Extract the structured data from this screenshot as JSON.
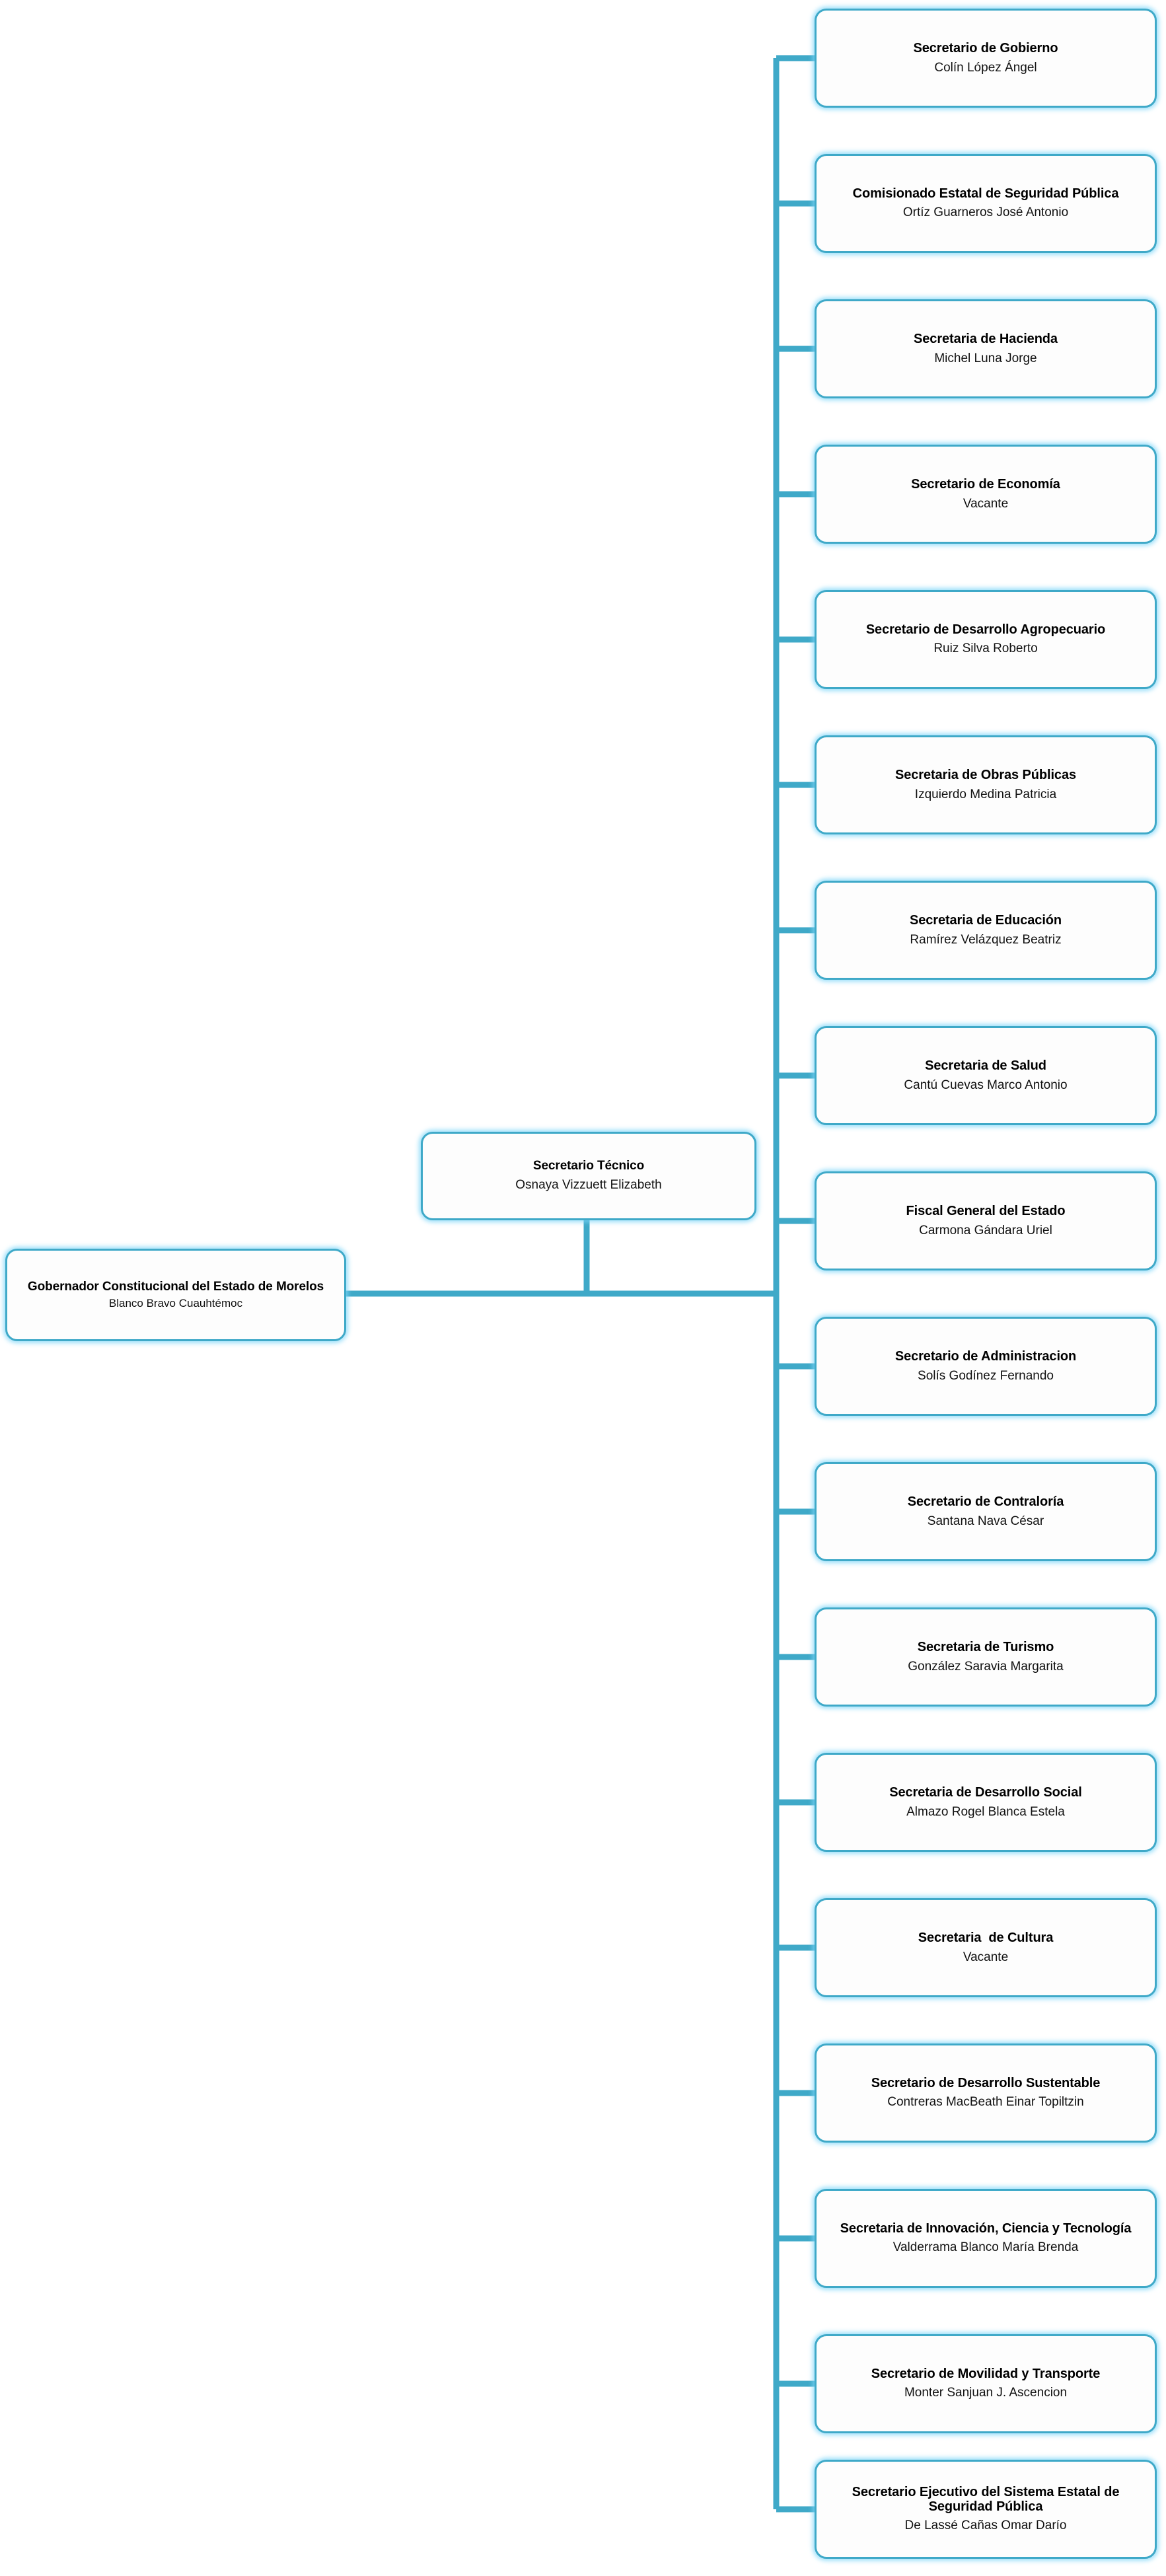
{
  "chart": {
    "type": "org-chart",
    "orientation": "left-to-right",
    "accent_color": "#3fa9c8",
    "glow_color": "#7dd6f8",
    "node_fill": "#fdfdfd",
    "background": "#ffffff",
    "root": {
      "title": "Gobernador Constitucional del Estado de Morelos",
      "person": "Blanco Bravo Cuauhtémoc"
    },
    "staff": {
      "title": "Secretario Técnico",
      "person": "Osnaya Vizzuett Elizabeth"
    },
    "children": [
      {
        "title": "Secretario de Gobierno",
        "person": "Colín López Ángel"
      },
      {
        "title": "Comisionado Estatal de Seguridad Pública",
        "person": "Ortíz Guarneros José Antonio"
      },
      {
        "title": "Secretaria de Hacienda",
        "person": "Michel Luna Jorge"
      },
      {
        "title": "Secretario de Economía",
        "person": "Vacante"
      },
      {
        "title": "Secretario de Desarrollo Agropecuario",
        "person": "Ruiz Silva Roberto"
      },
      {
        "title": "Secretaria de Obras Públicas",
        "person": "Izquierdo Medina Patricia"
      },
      {
        "title": "Secretaria de Educación",
        "person": "Ramírez Velázquez Beatriz"
      },
      {
        "title": "Secretaria de Salud",
        "person": "Cantú Cuevas Marco Antonio"
      },
      {
        "title": "Fiscal General del Estado",
        "person": "Carmona Gándara Uriel"
      },
      {
        "title": "Secretario de Administracion",
        "person": "Solís Godínez Fernando"
      },
      {
        "title": "Secretario de Contraloría",
        "person": "Santana Nava César"
      },
      {
        "title": "Secretaria de Turismo",
        "person": "González Saravia Margarita"
      },
      {
        "title": "Secretaria de Desarrollo Social",
        "person": "Almazo Rogel Blanca Estela"
      },
      {
        "title": "Secretaria  de Cultura",
        "person": "Vacante"
      },
      {
        "title": "Secretario de Desarrollo Sustentable",
        "person": "Contreras MacBeath Einar Topiltzin"
      },
      {
        "title": "Secretaria de Innovación, Ciencia y Tecnología",
        "person": "Valderrama Blanco María Brenda"
      },
      {
        "title": "Secretario de Movilidad y Transporte",
        "person": "Monter Sanjuan J. Ascencion"
      },
      {
        "title": "Secretario Ejecutivo del Sistema Estatal de Seguridad Pública",
        "person": "De Lassé Cañas Omar Darío"
      }
    ]
  }
}
